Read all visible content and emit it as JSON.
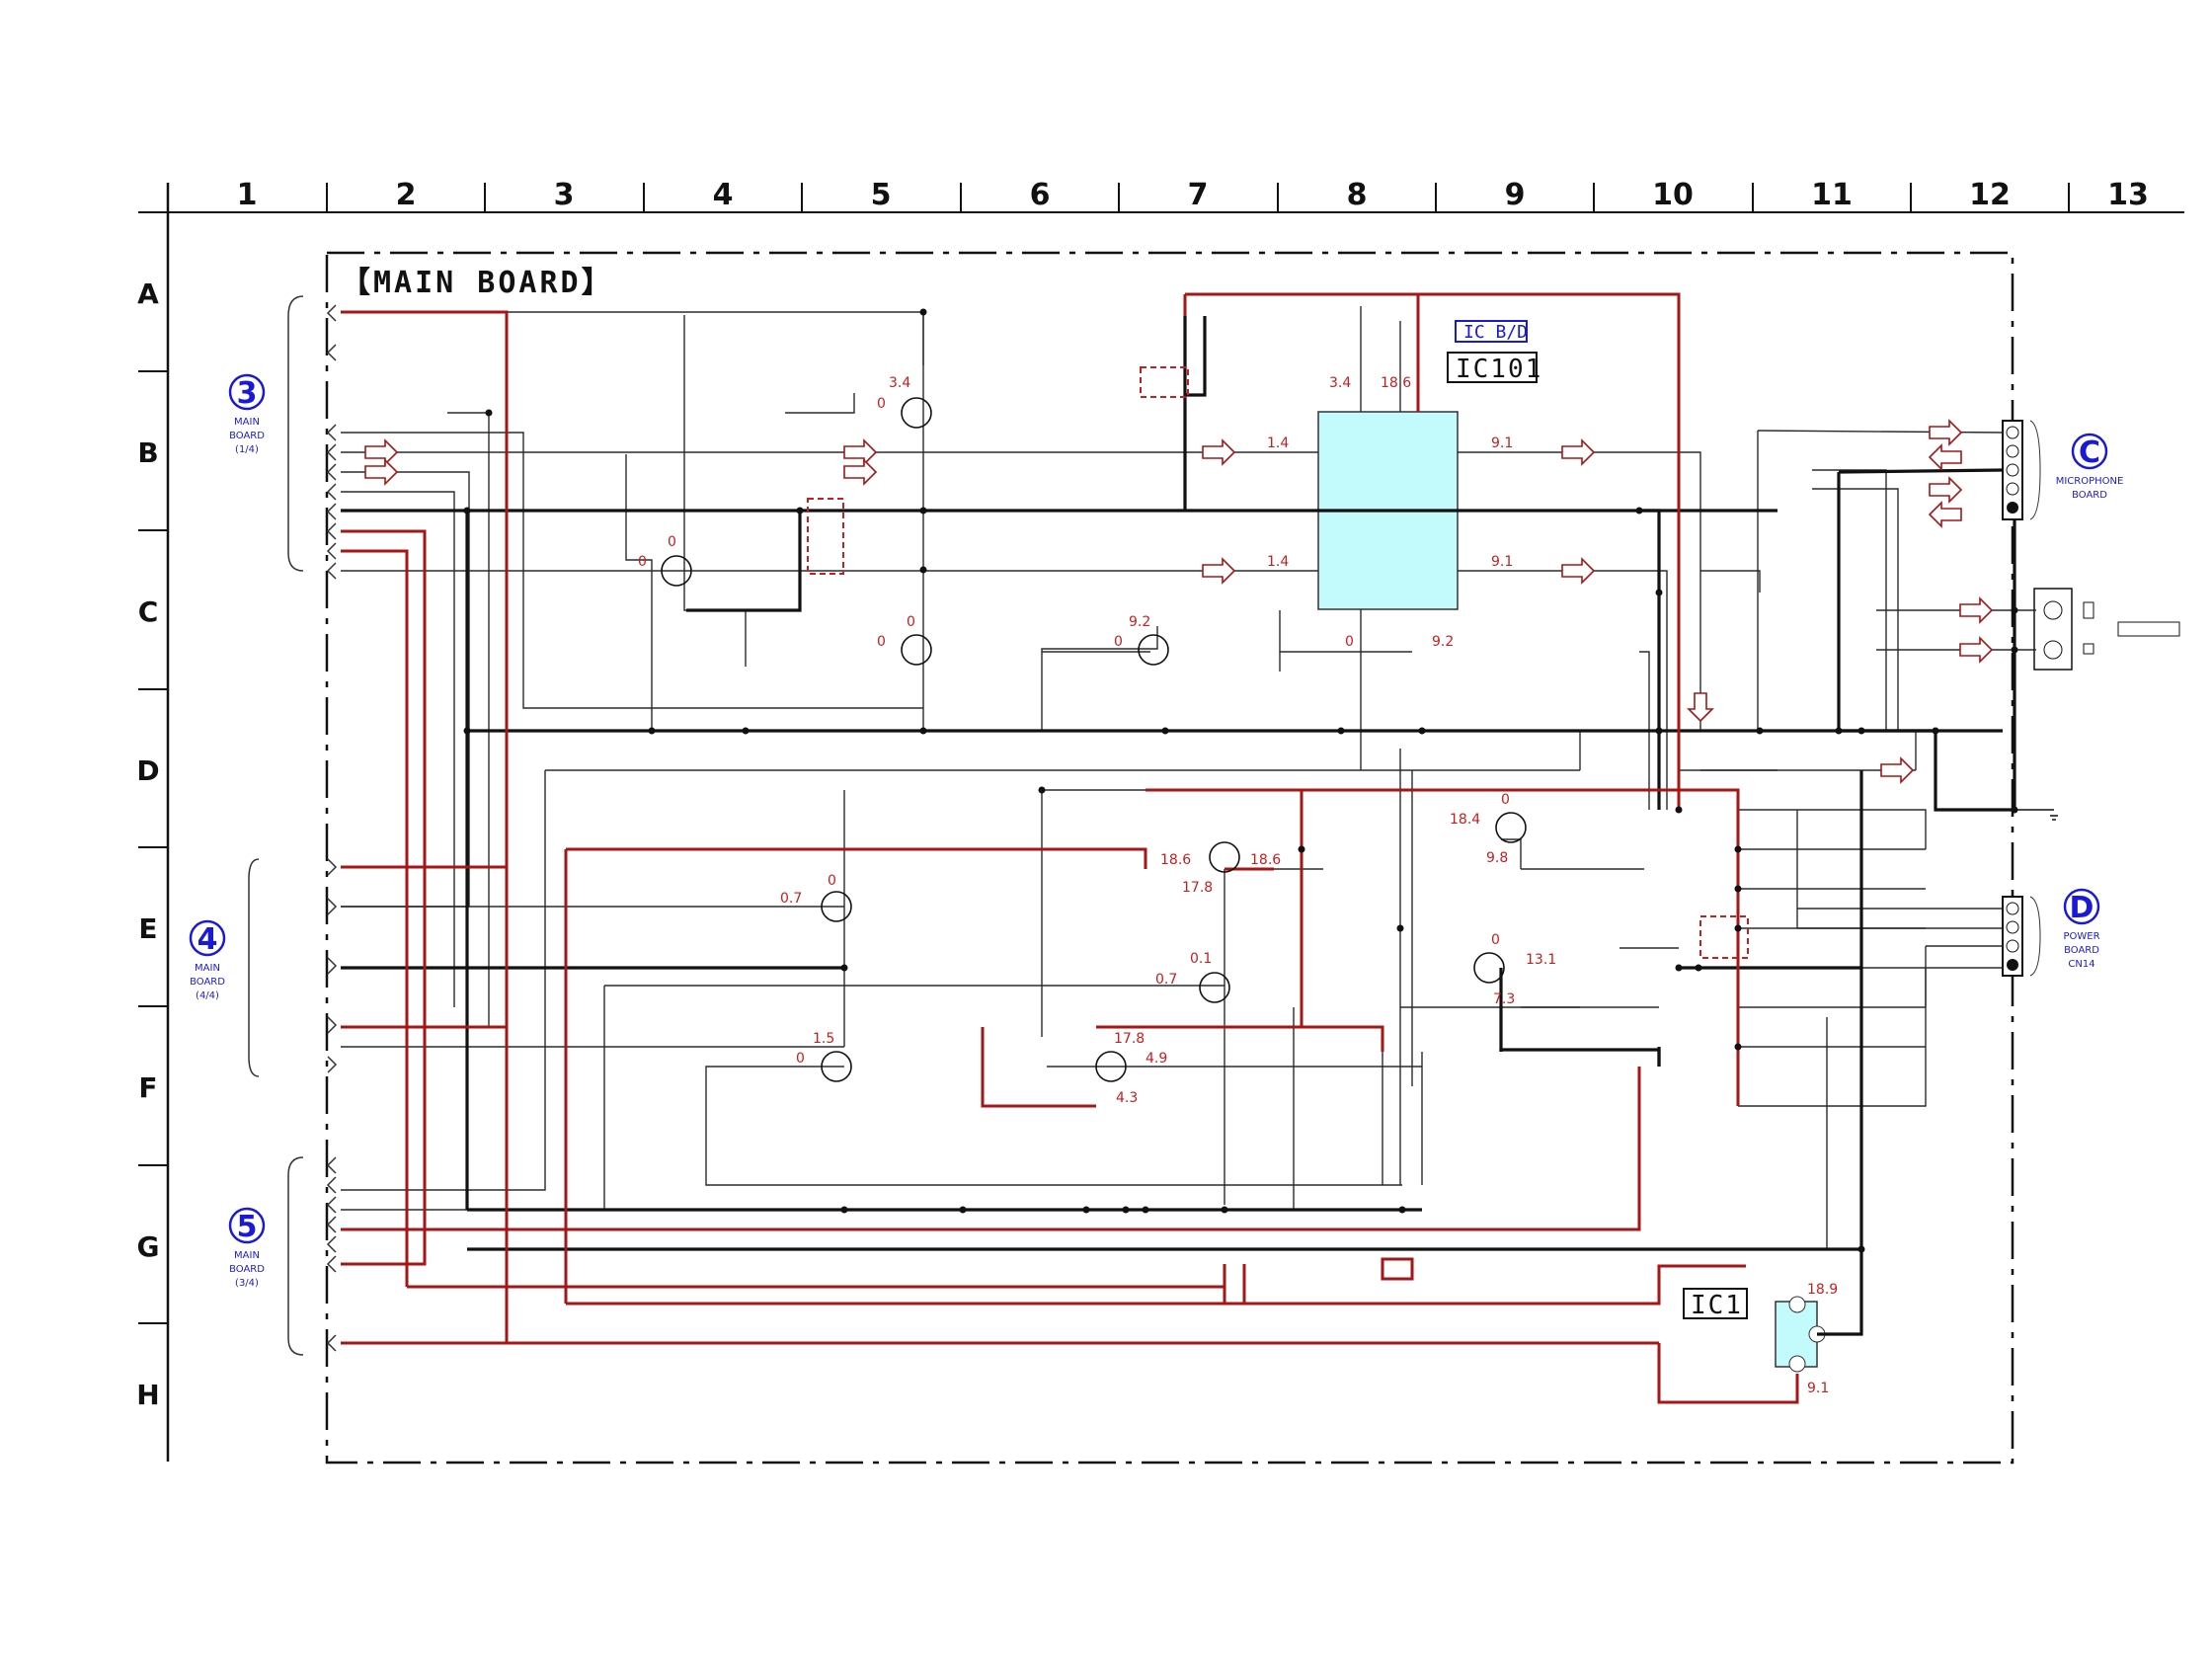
{
  "board_title": "【MAIN BOARD】",
  "columns": [
    "1",
    "2",
    "3",
    "4",
    "5",
    "6",
    "7",
    "8",
    "9",
    "10",
    "11",
    "12",
    "13"
  ],
  "rows": [
    "A",
    "B",
    "C",
    "D",
    "E",
    "F",
    "G",
    "H"
  ],
  "ics": {
    "ic101": {
      "name": "IC101",
      "block_label": "IC B/D"
    },
    "ic1": {
      "name": "IC1"
    }
  },
  "connectors": {
    "c3": {
      "number": "3",
      "lines": [
        "MAIN",
        "BOARD",
        "(1/4)"
      ]
    },
    "c4": {
      "number": "4",
      "lines": [
        "MAIN",
        "BOARD",
        "(4/4)"
      ]
    },
    "c5": {
      "number": "5",
      "lines": [
        "MAIN",
        "BOARD",
        "(3/4)"
      ]
    },
    "cC": {
      "letter": "C",
      "lines": [
        "MICROPHONE",
        "BOARD"
      ]
    },
    "cD": {
      "letter": "D",
      "lines": [
        "POWER",
        "BOARD",
        "CN14"
      ]
    }
  },
  "voltages": {
    "q_b4_e": "3.4",
    "q_b4_b": "0",
    "q_c3_c": "0",
    "q_c3_b": "0",
    "q_c4_c": "0",
    "q_c4_b": "0",
    "q_c6_c": "9.2",
    "q_c6_b": "0",
    "ic_top_l": "3.4",
    "ic_top_r": "18.6",
    "ic_in1": "1.4",
    "ic_in2": "1.4",
    "ic_out1": "9.1",
    "ic_out2": "9.1",
    "ic_bot_l": "0",
    "ic_bot_r": "9.2",
    "q_d7_l": "18.6",
    "q_d7_r": "18.6",
    "q_d7_e": "17.8",
    "q_d9_c": "0",
    "q_d9_b": "18.4",
    "q_d9_e": "9.8",
    "q_e4_c": "0",
    "q_e4_b": "0.7",
    "q_e7_c": "0.1",
    "q_e7_b": "0.7",
    "q_e9_c": "0",
    "q_e9_e": "13.1",
    "q_e9_b": "7.3",
    "q_f4_c": "1.5",
    "q_f4_b": "0",
    "q_f6_c": "17.8",
    "q_f6_e": "4.9",
    "q_f6_b": "4.3",
    "ic1_in": "18.9",
    "ic1_out": "9.1"
  },
  "colors": {
    "wire": "#2b2b2b",
    "power_wire": "#a51616",
    "ic_fill": "#c3fbfd",
    "label_blue": "#1a1ad6",
    "voltage_red": "#c81e1e"
  }
}
